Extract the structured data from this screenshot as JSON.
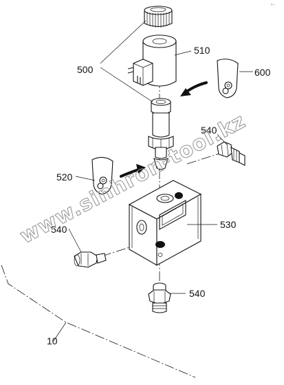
{
  "diagram": {
    "part_labels": {
      "p500": "500",
      "p510": "510",
      "p600": "600",
      "p540_right": "540",
      "p520": "520",
      "p540_left": "540",
      "p530": "530",
      "p540_bottom": "540",
      "p10": "10"
    },
    "watermark": "www.sinhron-tool.kz"
  }
}
